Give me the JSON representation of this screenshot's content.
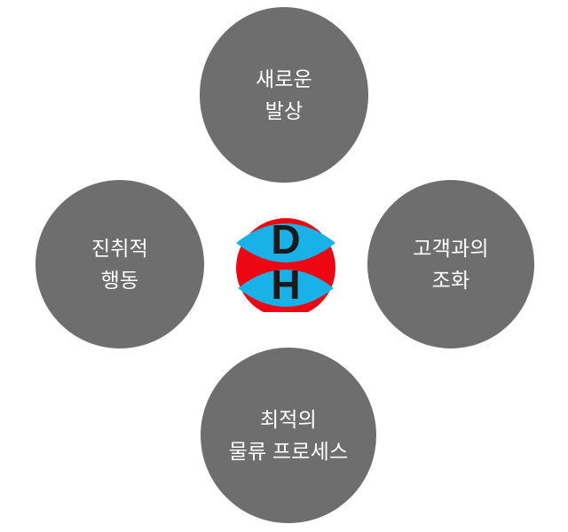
{
  "diagram": {
    "type": "radial-satellite-diagram",
    "background_color": "#ffffff",
    "circle_color": "#6e6e6e",
    "circle_text_color": "#ffffff",
    "center": {
      "name": "dh-logo",
      "letters": [
        "D",
        "H"
      ],
      "letter_color": "#1a1a1a",
      "shape_red": "#ec0713",
      "shape_cyan": "#19b2e8"
    },
    "nodes": [
      {
        "id": "top",
        "position": "top",
        "line1": "새로운",
        "line2": "발상",
        "text": "새로운\n발상"
      },
      {
        "id": "left",
        "position": "left",
        "line1": "진취적",
        "line2": "행동",
        "text": "진취적\n행동"
      },
      {
        "id": "right",
        "position": "right",
        "line1": "고객과의",
        "line2": "조화",
        "text": "고객과의\n조화"
      },
      {
        "id": "bottom",
        "position": "bottom",
        "line1": "최적의",
        "line2": "물류 프로세스",
        "text": "최적의\n물류 프로세스"
      }
    ]
  }
}
